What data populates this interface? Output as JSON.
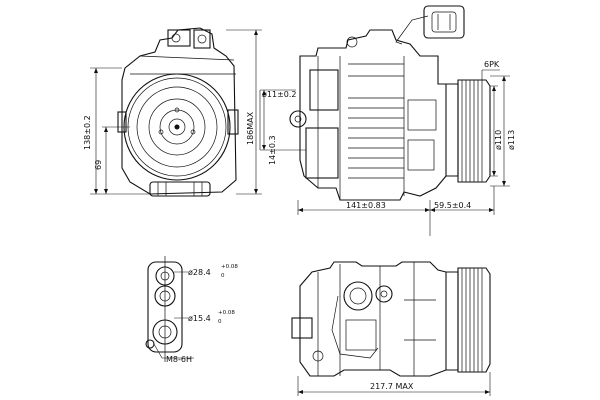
{
  "dimensions": {
    "d138": "138±0.2",
    "d69": "69",
    "d186max": "186MAX",
    "d11": "ø11±0.2",
    "d14": "14±0.3",
    "d141": "141±0.83",
    "d59": "59.5±0.4",
    "pk": "6PK",
    "d110": "ø110",
    "d113": "ø113",
    "d28": "ø28.4",
    "d28tol": "+0.08",
    "d28tol2": "0",
    "d15": "ø15.4",
    "d15tol": "+0.08",
    "d15tol2": "0",
    "m8": "M8-6H",
    "d217": "217.7 MAX"
  }
}
